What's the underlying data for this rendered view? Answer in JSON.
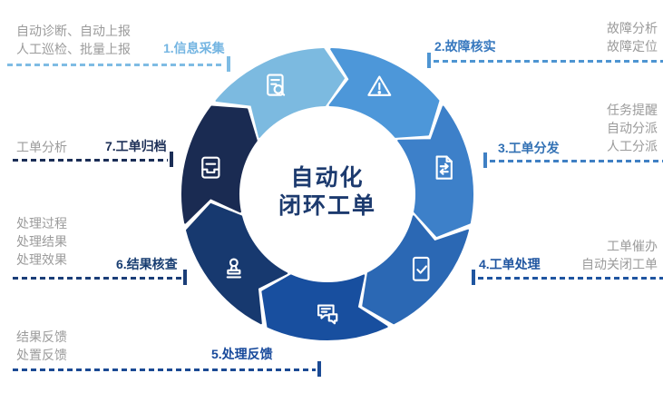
{
  "center": {
    "line1": "自动化",
    "line2": "闭环工单",
    "color": "#1C3A6E"
  },
  "colors": {
    "background": "#FFFFFF",
    "note_text": "#9B9B9B",
    "icon_stroke": "#FFFFFF"
  },
  "steps": [
    {
      "id": 1,
      "label": "1.信息采集",
      "icon": "doc-search-icon",
      "segment_color": "#7CBAE0",
      "label_color": "#74B5E2",
      "line_color": "#7FBCE4",
      "notes": [
        "自动诊断、自动上报",
        "人工巡检、批量上报"
      ]
    },
    {
      "id": 2,
      "label": "2.故障核实",
      "icon": "warning-icon",
      "segment_color": "#4D97D9",
      "label_color": "#3778BE",
      "line_color": "#4E95D2",
      "notes": [
        "故障分析",
        "故障定位"
      ]
    },
    {
      "id": 3,
      "label": "3.工单分发",
      "icon": "doc-transfer-icon",
      "segment_color": "#3D80C9",
      "label_color": "#3271B4",
      "line_color": "#3F80C4",
      "notes": [
        "任务提醒",
        "自动分派",
        "人工分派"
      ]
    },
    {
      "id": 4,
      "label": "4.工单处理",
      "icon": "doc-check-icon",
      "segment_color": "#2B68B4",
      "label_color": "#1F55A0",
      "line_color": "#1F55A0",
      "notes": [
        "工单催办",
        "自动关闭工单"
      ]
    },
    {
      "id": 5,
      "label": "5.处理反馈",
      "icon": "chat-feedback-icon",
      "segment_color": "#184F9F",
      "label_color": "#17499B",
      "line_color": "#1B4A94",
      "notes": [
        "结果反馈",
        "处置反馈"
      ]
    },
    {
      "id": 6,
      "label": "6.结果核查",
      "icon": "stamp-icon",
      "segment_color": "#17396F",
      "label_color": "#193E72",
      "line_color": "#1B3E78",
      "notes": [
        "处理过程",
        "处理结果",
        "处理效果"
      ]
    },
    {
      "id": 7,
      "label": "7.工单归档",
      "icon": "archive-icon",
      "segment_color": "#1A2B52",
      "label_color": "#1B2E56",
      "line_color": "#1B2E56",
      "notes": [
        "工单分析"
      ]
    }
  ]
}
